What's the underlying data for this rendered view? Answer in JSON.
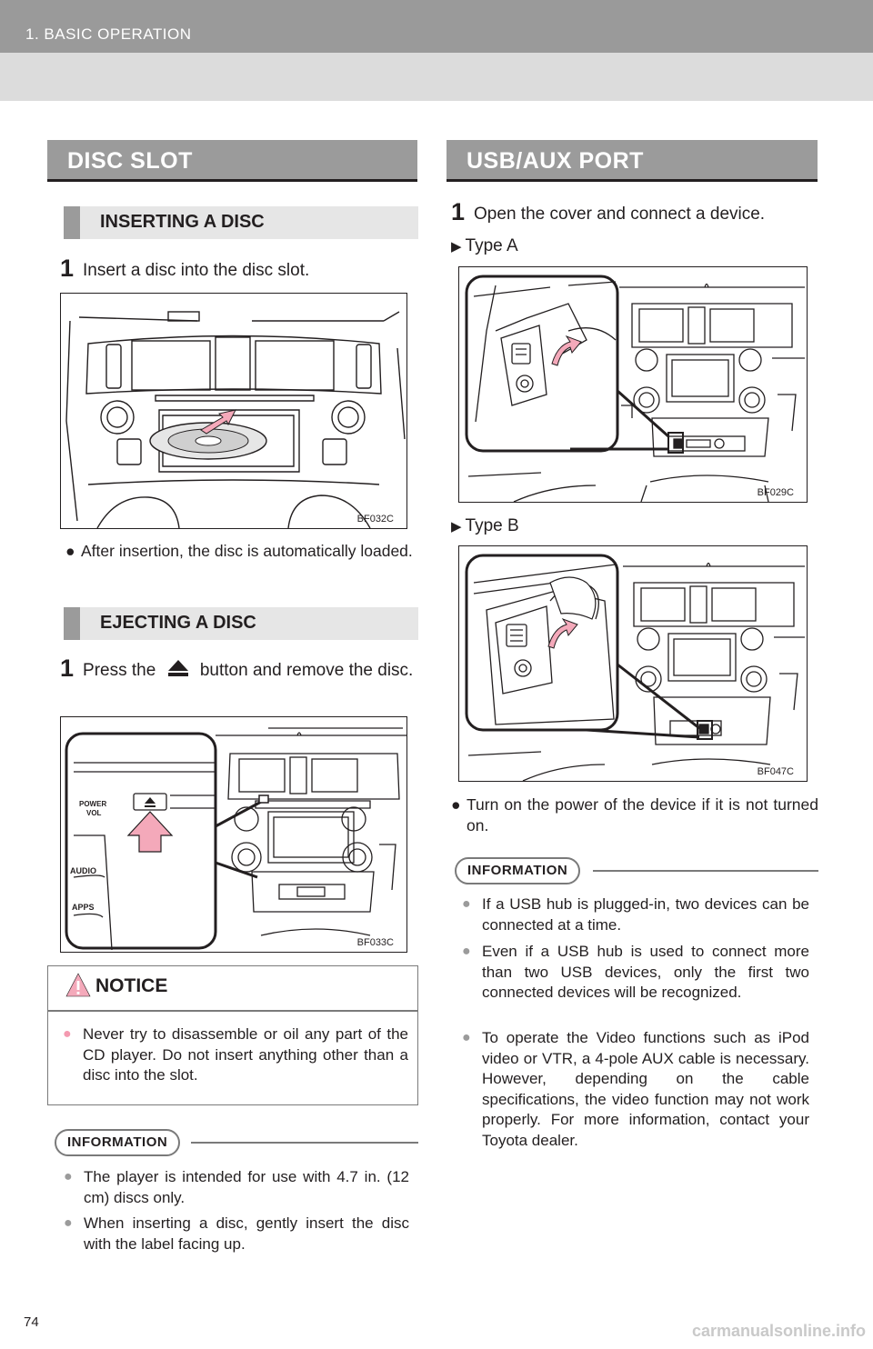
{
  "header": {
    "chapter": "1. BASIC OPERATION"
  },
  "left": {
    "section_title": "DISC SLOT",
    "inserting": {
      "title": "INSERTING A DISC",
      "step_num": "1",
      "step_text": "Insert a disc into the disc slot.",
      "figure_code": "BF032C",
      "bullet": "After insertion, the disc is automatically loaded."
    },
    "ejecting": {
      "title": "EJECTING A DISC",
      "step_num": "1",
      "step_before": "Press the",
      "step_after": "button and remove the disc.",
      "figure_code": "BF033C",
      "figure_labels": {
        "power": "POWER",
        "vol": "VOL",
        "audio": "AUDIO",
        "apps": "APPS"
      }
    },
    "notice": {
      "title": "NOTICE",
      "items": [
        "Never try to disassemble or oil any part of the CD player. Do not insert anything other than a disc into the slot."
      ]
    },
    "information": {
      "tag": "INFORMATION",
      "items": [
        "The player is intended for use with 4.7 in. (12 cm) discs only.",
        "When inserting a disc, gently insert the disc with the label facing up."
      ]
    }
  },
  "right": {
    "section_title": "USB/AUX PORT",
    "step_num": "1",
    "step_text": "Open the cover and connect a device.",
    "type_a": {
      "label": "Type A",
      "figure_code": "BF029C"
    },
    "type_b": {
      "label": "Type B",
      "figure_code": "BF047C"
    },
    "bullet": "Turn on the power of the device if it is not turned on.",
    "information": {
      "tag": "INFORMATION",
      "items": [
        "If a USB hub is plugged-in, two devices can be connected at a time.",
        "Even if a USB hub is used to connect more than two USB devices, only the first two connected devices will be recognized.",
        "To operate the Video functions such as iPod video or VTR, a 4-pole AUX cable is necessary. However, depending on the cable specifications, the video function may not work properly. For more information, contact your Toyota dealer."
      ]
    }
  },
  "page_number": "74",
  "watermark": "carmanualsonline.info"
}
